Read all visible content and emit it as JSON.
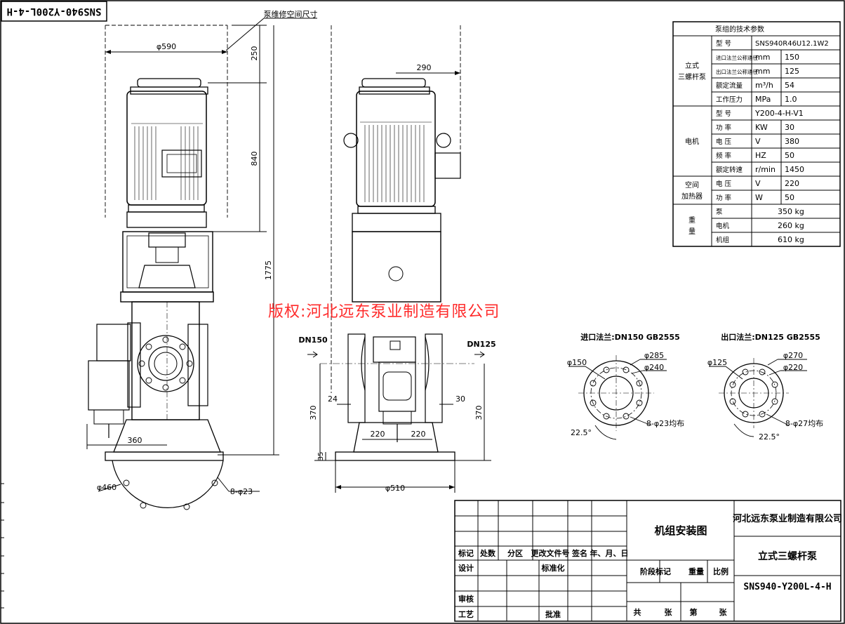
{
  "drawing": {
    "code_top_left": "SNS940-Y200L-4-H",
    "watermark": "版权:河北远东泵业制造有限公司",
    "repair_space_label": "泵维修空间尺寸",
    "inlet_label": "DN150",
    "outlet_label": "DN125"
  },
  "dimensions": {
    "front": {
      "d590": "φ590",
      "d250": "250",
      "d840": "840",
      "d1775": "1775",
      "d360": "360",
      "d460": "φ460",
      "d8x23": "8-φ23"
    },
    "side": {
      "d290": "290",
      "d24": "24",
      "d30": "30",
      "d370a": "370",
      "d370b": "370",
      "d220a": "220",
      "d220b": "220",
      "d35": "35",
      "d510": "φ510"
    }
  },
  "flanges": {
    "inlet": {
      "title": "进口法兰:DN150 GB2555",
      "d_inner": "φ150",
      "d_outer": "φ285",
      "d_pcd": "φ240",
      "holes": "8-φ23均布",
      "angle": "22.5°"
    },
    "outlet": {
      "title": "出口法兰:DN125 GB2555",
      "d_inner": "φ125",
      "d_outer": "φ270",
      "d_pcd": "φ220",
      "holes": "8-φ27均布",
      "angle": "22.5°"
    }
  },
  "spec_table": {
    "title": "泵组的技术参数",
    "groups": [
      {
        "group": "立式三螺杆泵",
        "rows": [
          {
            "name": "型 号",
            "unit": "",
            "value": "SNS940R46U12.1W2"
          },
          {
            "name": "进口法兰公称通径",
            "unit": "mm",
            "value": "150"
          },
          {
            "name": "出口法兰公称通径",
            "unit": "mm",
            "value": "125"
          },
          {
            "name": "额定流量",
            "unit": "m³/h",
            "value": "54"
          },
          {
            "name": "工作压力",
            "unit": "MPa",
            "value": "1.0"
          }
        ]
      },
      {
        "group": "电机",
        "rows": [
          {
            "name": "型 号",
            "unit": "",
            "value": "Y200-4-H-V1"
          },
          {
            "name": "功 率",
            "unit": "KW",
            "value": "30"
          },
          {
            "name": "电 压",
            "unit": "V",
            "value": "380"
          },
          {
            "name": "频 率",
            "unit": "HZ",
            "value": "50"
          },
          {
            "name": "额定转速",
            "unit": "r/min",
            "value": "1450"
          }
        ]
      },
      {
        "group": "空间加热器",
        "rows": [
          {
            "name": "电 压",
            "unit": "V",
            "value": "220"
          },
          {
            "name": "功 率",
            "unit": "W",
            "value": "50"
          }
        ]
      },
      {
        "group": "重量",
        "rows": [
          {
            "name": "泵",
            "unit": "",
            "value": "350 kg"
          },
          {
            "name": "电机",
            "unit": "",
            "value": "260 kg"
          },
          {
            "name": "机组",
            "unit": "",
            "value": "610 kg"
          }
        ]
      }
    ]
  },
  "title_block": {
    "company": "河北远东泵业制造有限公司",
    "drawing_title": "机组安装图",
    "product": "立式三螺杆泵",
    "code": "SNS940-Y200L-4-H",
    "revision_headers": [
      "标记",
      "处数",
      "分区",
      "更改文件号",
      "签名",
      "年、月、日"
    ],
    "roles": {
      "design": "设计",
      "standard": "标准化",
      "check": "审核",
      "process": "工艺",
      "approve": "批准"
    },
    "stage": "阶段标记",
    "weight": "重量",
    "scale": "比例",
    "total": "共",
    "sheets": "张",
    "sheet_no": "第",
    "sheet_unit": "张"
  }
}
